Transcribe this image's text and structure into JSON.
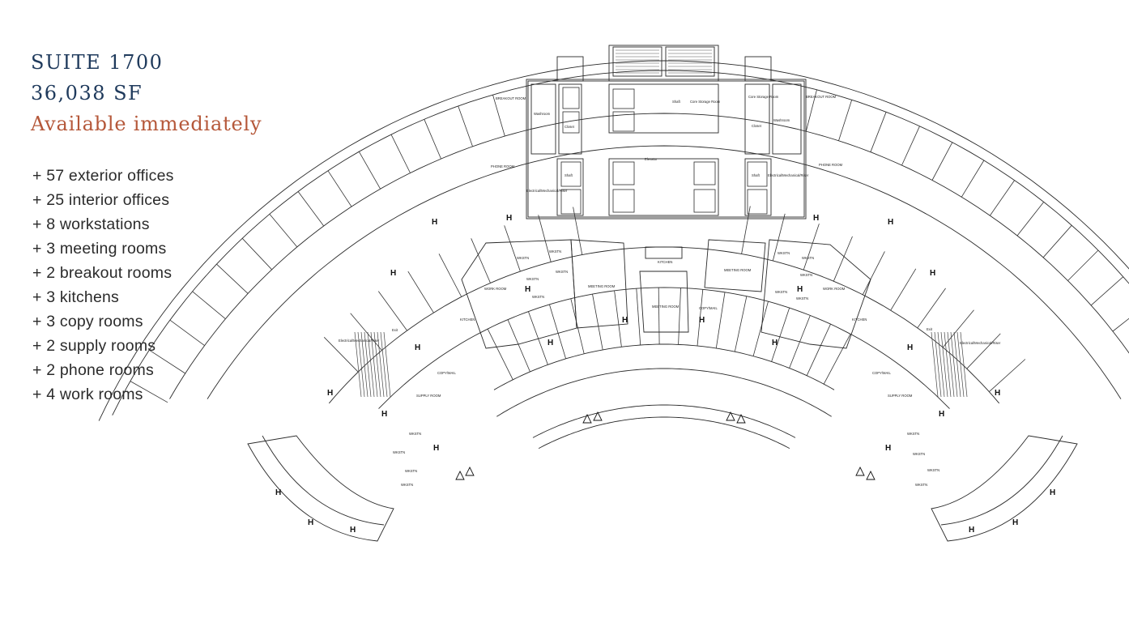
{
  "header": {
    "suite": "SUITE 1700",
    "area": "36,038 SF",
    "availability": "Available immediately"
  },
  "colors": {
    "heading": "#1f3a5c",
    "accent": "#b5583a",
    "line": "#2a2a2a"
  },
  "features": [
    "+ 57 exterior offices",
    "+ 25 interior offices",
    "+ 8 workstations",
    "+ 3 meeting rooms",
    "+ 2 breakout rooms",
    "+ 3 kitchens",
    "+ 3 copy rooms",
    "+ 2 supply rooms",
    "+ 2 phone rooms",
    "+ 4 work rooms"
  ],
  "plan_labels": {
    "breakout_left": "BREAKOUT ROOM",
    "breakout_right": "BREAKOUT ROOM",
    "phone_left": "PHONE ROOM",
    "phone_right": "PHONE ROOM",
    "washroom_left": "Washroom",
    "washroom_right": "Washroom",
    "closet_left": "Closet",
    "closet_right": "Closet",
    "shaft_left": "Shaft",
    "shaft_right": "Shaft",
    "shaft_center": "Shaft",
    "elec_left": "Electrical/Mechanical/Riser",
    "elec_right": "Electrical/Mechanical/Riser",
    "core_storage_center": "Core Storage Room",
    "core_storage_right": "Core Storage Room",
    "elevator": "Elevator",
    "work_room_left": "WORK ROOM",
    "work_room_right": "WORK ROOM",
    "meeting_room_left": "MEETING ROOM",
    "meeting_room_center": "MEETING ROOM",
    "meeting_room_right": "MEETING ROOM",
    "kitchen_center": "KITCHEN",
    "kitchen_left": "KITCHEN",
    "kitchen_right": "KITCHEN",
    "copy_left": "COPY/MAIL",
    "copy_right": "COPY/MAIL",
    "copy_center": "COPY/MAIL",
    "supply_left": "SUPPLY ROOM",
    "supply_right": "SUPPLY ROOM",
    "stair_left": "Exit",
    "stair_right": "Exit",
    "riser_left": "Electrical/Mechanical/Riser",
    "riser_right": "Electrical/Mechanical/Riser",
    "ws": "WKSTN"
  }
}
